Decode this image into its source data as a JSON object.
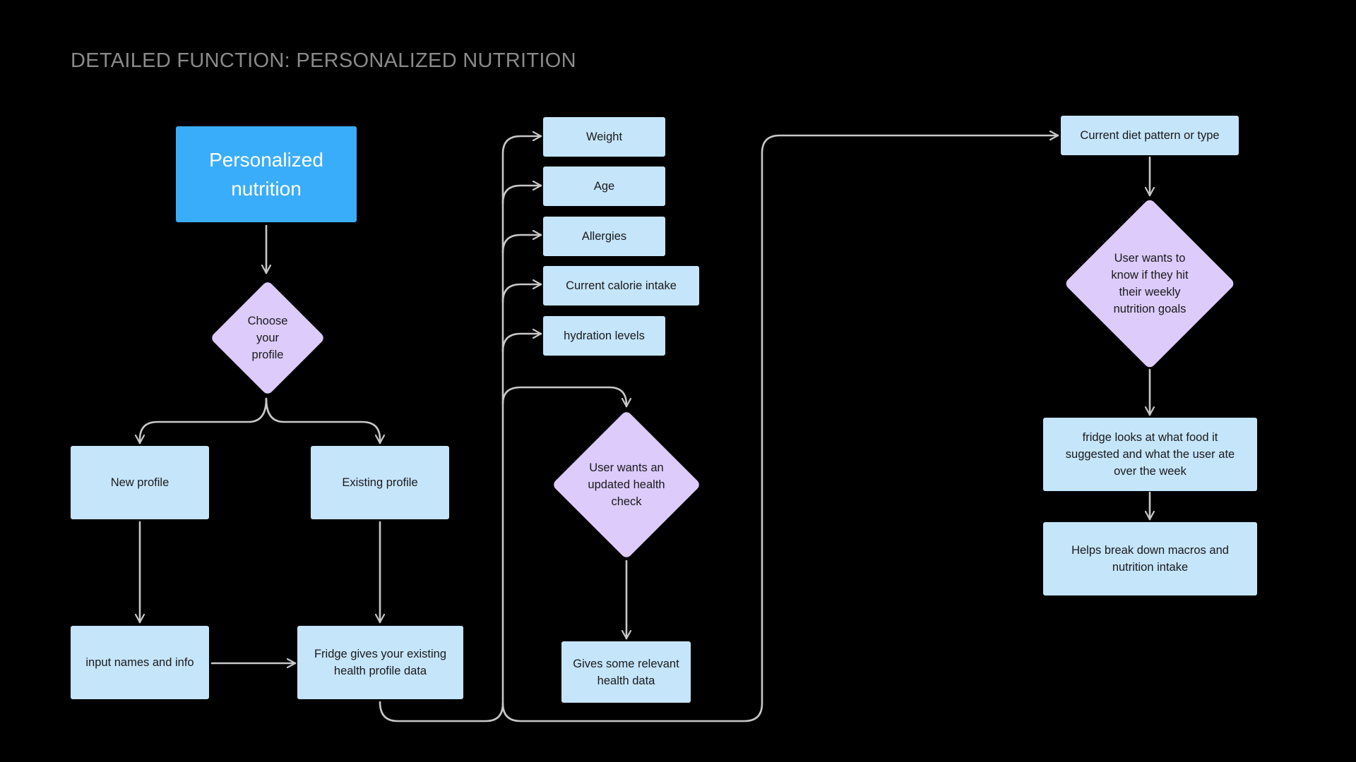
{
  "title": "DETAILED FUNCTION: PERSONALIZED NUTRITION",
  "colors": {
    "background": "#000000",
    "primary_node": "#3aadfa",
    "process_node": "#c5e5fb",
    "decision_node": "#dccbfb",
    "connector": "#c8c8c8"
  },
  "nodes": {
    "start": "Personalized nutrition",
    "choose_profile": "Choose your profile",
    "new_profile": "New profile",
    "existing_profile": "Existing profile",
    "input_names": "input names and info",
    "fridge_existing": "Fridge gives your existing health profile data",
    "weight": "Weight",
    "age": "Age",
    "allergies": "Allergies",
    "calorie": "Current calorie intake",
    "hydration": "hydration levels",
    "health_check": "User wants an updated health check",
    "relevant_data": "Gives some relevant health data",
    "diet_pattern": "Current diet pattern or type",
    "weekly_goals": "User wants to know if they hit their weekly nutrition goals",
    "fridge_looks": "fridge looks at what food it suggested and what the user ate over the week",
    "macros": "Helps break down macros and nutrition intake"
  }
}
